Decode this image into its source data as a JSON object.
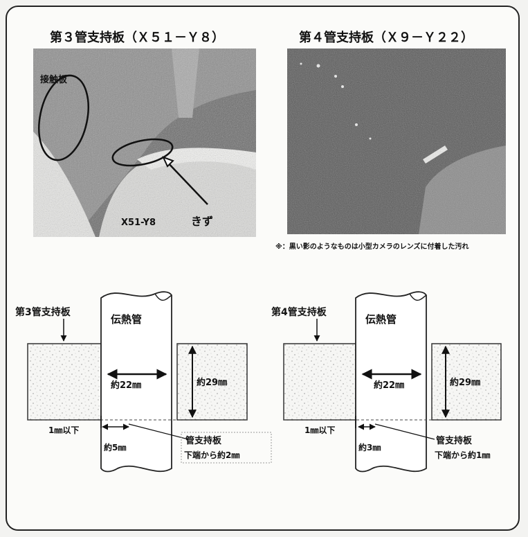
{
  "titles": {
    "left": "第３管支持板（Ｘ５１－Ｙ８）",
    "right": "第４管支持板（Ｘ９－Ｙ２２）"
  },
  "photo_left": {
    "contact_plate_label": "接触板",
    "position_label": "X51-Y8",
    "flaw_label": "きず"
  },
  "photo_right": {
    "note": "※：黒い影のようなものは小型カメラのレンズに付着した汚れ"
  },
  "diagram_left": {
    "plate_label": "第3管支持板",
    "tube_label": "伝熱管",
    "tube_width": "約22㎜",
    "plate_thickness": "約29㎜",
    "gap": "1㎜以下",
    "flaw_length": "約5㎜",
    "callout_line1": "管支持板",
    "callout_line2": "下端から約2㎜"
  },
  "diagram_right": {
    "plate_label": "第4管支持板",
    "tube_label": "伝熱管",
    "tube_width": "約22㎜",
    "plate_thickness": "約29㎜",
    "gap": "1㎜以下",
    "flaw_length": "約3㎜",
    "callout_line1": "管支持板",
    "callout_line2": "下端から約1㎜"
  }
}
